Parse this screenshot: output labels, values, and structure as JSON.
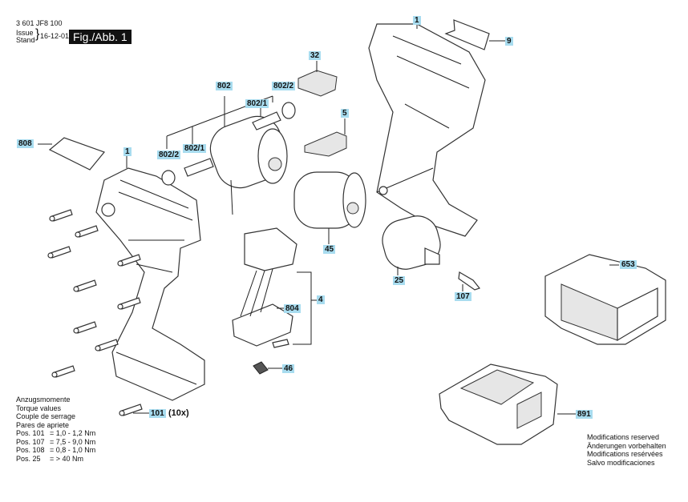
{
  "header": {
    "part_number": "3 601 JF8 100",
    "issue_label": "Issue",
    "stand_label": "Stand",
    "issue_date": "16-12-01",
    "figure_label": "Fig./Abb. 1"
  },
  "callouts": {
    "c1_left": "1",
    "c1_right": "1",
    "c4": "4",
    "c5": "5",
    "c9": "9",
    "c25": "25",
    "c32": "32",
    "c45": "45",
    "c46": "46",
    "c101": "101",
    "c101_qty": "(10x)",
    "c107": "107",
    "c653": "653",
    "c802": "802",
    "c802_1_upper": "802/1",
    "c802_2_upper": "802/2",
    "c802_1_lower": "802/1",
    "c802_2_lower": "802/2",
    "c804": "804",
    "c808": "808",
    "c891": "891"
  },
  "torque": {
    "lines": [
      "Anzugsmomente",
      "Torque values",
      "Couple de serrage",
      "Pares de apriete"
    ],
    "values": [
      {
        "pos": "Pos. 101",
        "value": "= 1,0 - 1,2 Nm"
      },
      {
        "pos": "Pos. 107",
        "value": "= 7,5 - 9,0 Nm"
      },
      {
        "pos": "Pos. 108",
        "value": "= 0,8 - 1,0 Nm"
      },
      {
        "pos": "Pos. 25",
        "value": "= > 40 Nm"
      }
    ]
  },
  "modifications": [
    "Modifications reserved",
    "Änderungen vorbehalten",
    "Modifications resérvées",
    "Salvo modificaciones"
  ]
}
